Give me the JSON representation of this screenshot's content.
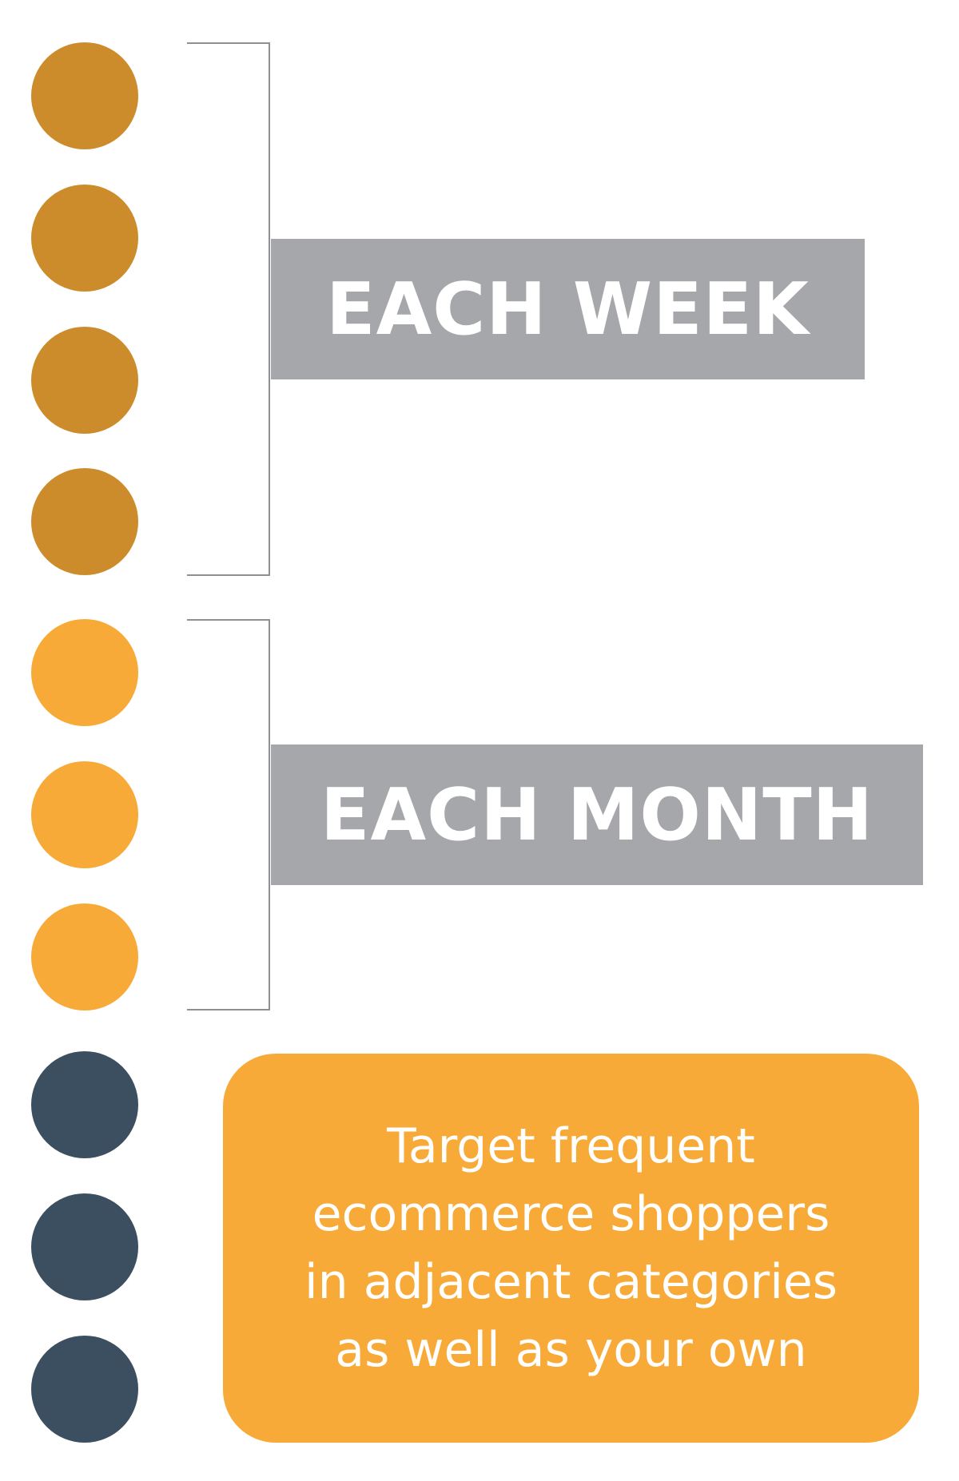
{
  "colors": {
    "weekly_dot": "#cd8c2c",
    "monthly_dot": "#f8aa38",
    "other_dot": "#3c4f60",
    "bracket_line": "#8f9094",
    "label_box": "#a6a7aa",
    "callout_box": "#f8aa38"
  },
  "groups": [
    {
      "label": "EACH WEEK",
      "dot_count": 4
    },
    {
      "label": "EACH MONTH",
      "dot_count": 3
    },
    {
      "label": "",
      "dot_count": 3
    }
  ],
  "callout": {
    "lines": [
      "Target frequent",
      "ecommerce shoppers",
      "in adjacent categories",
      "as well as your own"
    ]
  }
}
